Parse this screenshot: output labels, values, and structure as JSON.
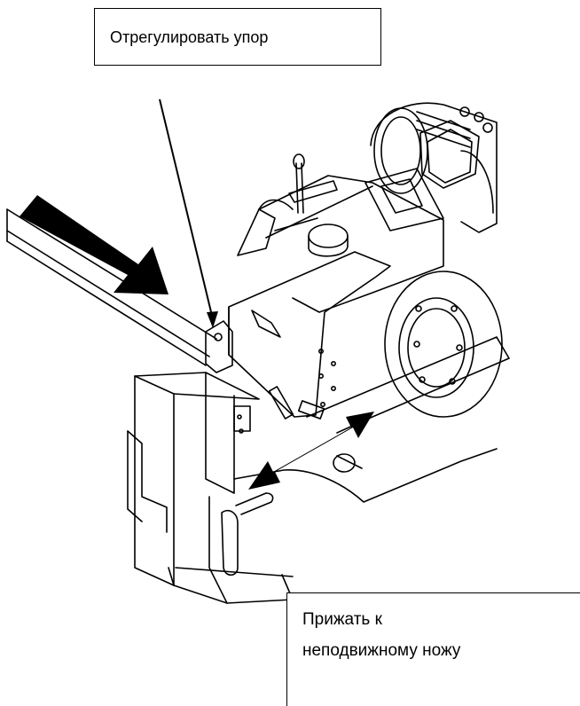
{
  "callouts": {
    "adjust_stop": "Отрегулировать упор",
    "press_line1": "Прижать к",
    "press_line2": "неподвижному ножу"
  },
  "colors": {
    "line": "#000000",
    "background": "#ffffff"
  }
}
